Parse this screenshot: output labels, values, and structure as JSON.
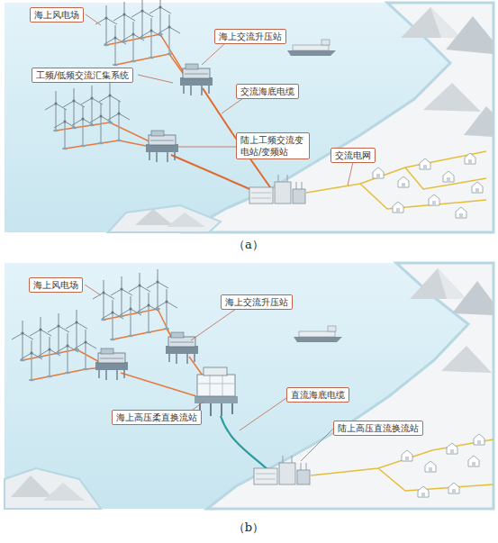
{
  "diagram": {
    "nodes": [
      {
        "text": [
          "海上风电场"
        ]
      },
      {
        "text": [
          "海上交流升压站"
        ]
      },
      {
        "text": [
          "工频/低频交流汇集系统"
        ]
      },
      {
        "text": [
          "交流海底电缆"
        ]
      },
      {
        "text": [
          "陆上工频交流变电站/变频站"
        ]
      },
      {
        "text": [
          "交流电网"
        ]
      },
      {
        "text": [
          "海上风电场"
        ]
      },
      {
        "text": [
          "海上交流升压站"
        ]
      },
      {
        "text": [
          "直流海底电缆"
        ]
      },
      {
        "text": [
          "海上高压柔直换流站"
        ]
      },
      {
        "text": [
          "陆上高压直流换流站"
        ]
      }
    ],
    "labels": [
      "（a）",
      "（b）"
    ]
  }
}
